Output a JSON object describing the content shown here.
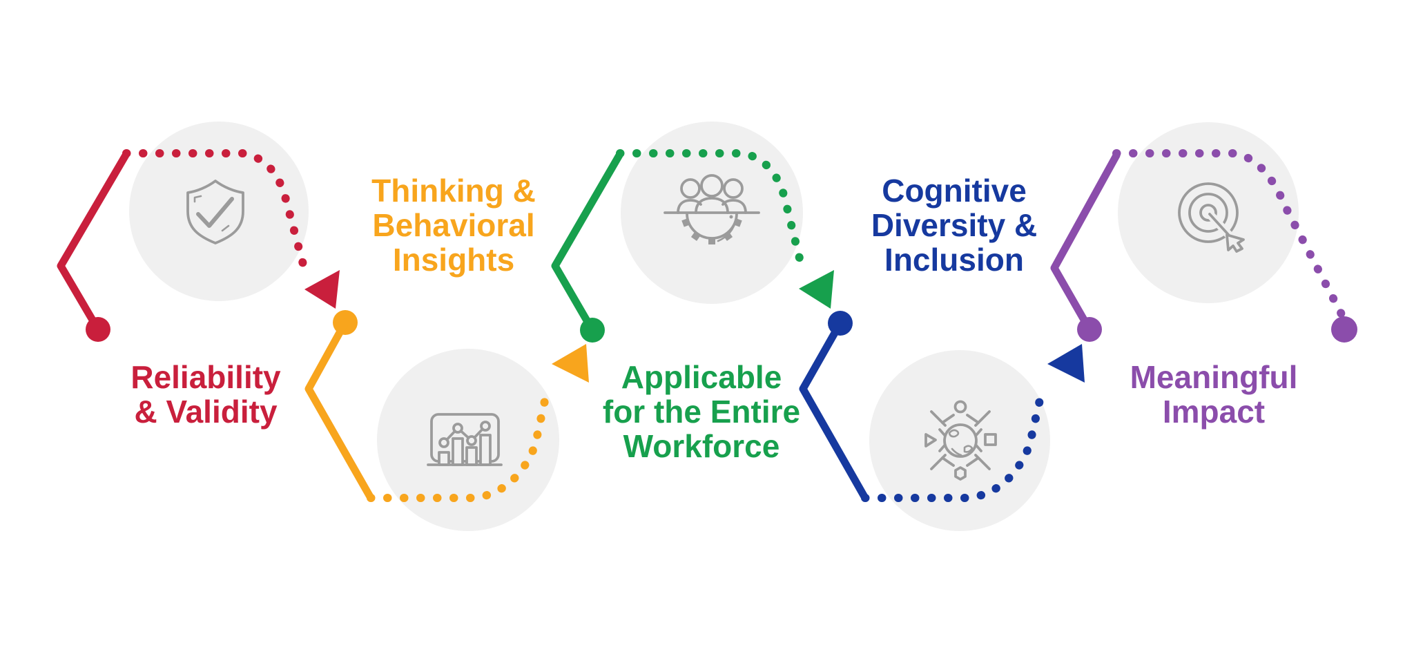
{
  "steps": [
    {
      "lines": [
        "Reliability",
        "& Validity"
      ],
      "color": "#C91F3C",
      "icon": "shield-check-icon",
      "circle_position": "top"
    },
    {
      "lines": [
        "Thinking &",
        "Behavioral",
        "Insights"
      ],
      "color": "#F8A51D",
      "icon": "bar-chart-icon",
      "circle_position": "bottom"
    },
    {
      "lines": [
        "Applicable",
        "for the Entire",
        "Workforce"
      ],
      "color": "#17A04D",
      "icon": "team-gear-icon",
      "circle_position": "top"
    },
    {
      "lines": [
        "Cognitive",
        "Diversity &",
        "Inclusion"
      ],
      "color": "#16399F",
      "icon": "diversity-globe-icon",
      "circle_position": "bottom"
    },
    {
      "lines": [
        "Meaningful",
        "Impact"
      ],
      "color": "#8B4DAB",
      "icon": "target-arrow-icon",
      "circle_position": "top"
    }
  ],
  "styles": {
    "background": "#FFFFFF",
    "circle_fill": "#F0F0F0",
    "icon_stroke": "#9B9B9B"
  }
}
